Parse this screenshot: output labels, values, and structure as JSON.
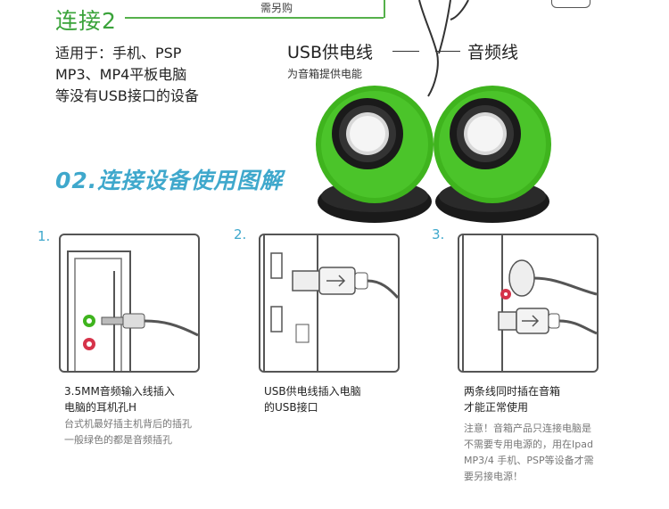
{
  "header": {
    "section_title": "连接2",
    "note_top": "需另购",
    "compat_text": "适用于：手机、PSP\nMP3、MP4平板电脑\n等没有USB接口的设备",
    "usb_label": "USB供电线",
    "usb_sub": "为音箱提供电能",
    "audio_label": "音频线"
  },
  "guide": {
    "heading": "02.连接设备使用图解",
    "steps": [
      {
        "number": "1.",
        "caption": "3.5MM音频输入线插入\n电脑的耳机孔H",
        "note": "台式机最好插主机背后的插孔\n一般绿色的都是音频插孔"
      },
      {
        "number": "2.",
        "caption": "USB供电线插入电脑\n的USB接口",
        "note": ""
      },
      {
        "number": "3.",
        "caption": "两条线同时插在音箱\n才能正常使用",
        "note": "注意！音箱产品只连接电脑是\n不需要专用电源的，用在Ipad\nMP3/4 手机、PSP等设备才需\n要另接电源！"
      }
    ]
  },
  "colors": {
    "green_accent": "#3aa33a",
    "blue_accent": "#3fa8cc",
    "speaker_green": "#3fb41e"
  }
}
